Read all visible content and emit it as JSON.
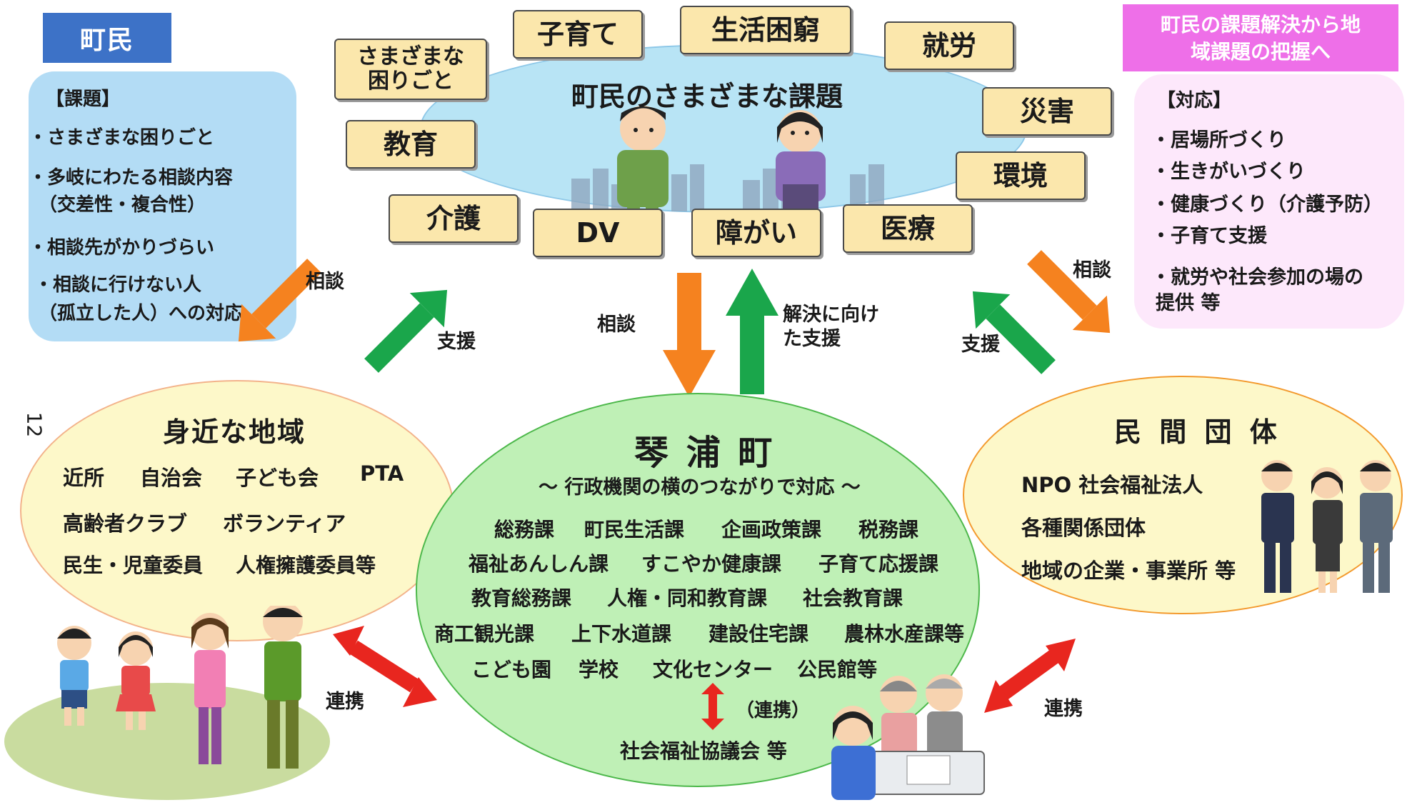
{
  "townspeople_label": "町民",
  "issues": {
    "header": "【課題】",
    "items": [
      "・さまざまな困りごと",
      "・多岐にわたる相談内容",
      "（交差性・複合性）",
      "・相談先がかりづらい",
      "・相談に行けない人",
      "（孤立した人）への対応"
    ]
  },
  "response_title": "町民の課題解決から地域課題の把握へ",
  "response": {
    "header": "【対応】",
    "items": [
      "・居場所づくり",
      "・生きがいづくり",
      "・健康づくり（介護予防）",
      "・子育て支援",
      "・就労や社会参加の場の",
      "提供 等"
    ]
  },
  "central_issue_title": "町民のさまざまな課題",
  "issue_tags": [
    "さまざまな困りごと",
    "子育て",
    "生活困窮",
    "就労",
    "災害",
    "教育",
    "環境",
    "介護",
    "DV",
    "障がい",
    "医療"
  ],
  "arrows": {
    "left_consult": "相談",
    "left_support": "支援",
    "center_consult": "相談",
    "center_support": "解決に向けた支援",
    "right_consult": "相談",
    "right_support": "支援",
    "left_link": "連携",
    "right_link": "連携"
  },
  "page_number": "12",
  "local": {
    "title": "身近な地域",
    "rows": [
      [
        "近所",
        "自治会",
        "子ども会",
        "PTA"
      ],
      [
        "高齢者クラブ",
        "ボランティア"
      ],
      [
        "民生・児童委員",
        "人権擁護委員等"
      ]
    ]
  },
  "town": {
    "title": "琴 浦 町",
    "subtitle": "～ 行政機関の横のつながりで対応 ～",
    "rows": [
      [
        "総務課",
        "町民生活課",
        "企画政策課",
        "税務課"
      ],
      [
        "福祉あんしん課",
        "すこやか健康課",
        "子育て応援課"
      ],
      [
        "教育総務課",
        "人権・同和教育課",
        "社会教育課"
      ],
      [
        "商工観光課",
        "上下水道課",
        "建設住宅課",
        "農林水産課等"
      ],
      [
        "こども園",
        "学校",
        "文化センター",
        "公民館等"
      ]
    ],
    "link_label": "（連携）",
    "council": "社会福祉協議会 等"
  },
  "private": {
    "title": "民 間 団 体",
    "items": [
      "NPO 社会福祉法人",
      "各種関係団体",
      "地域の企業・事業所 等"
    ]
  },
  "colors": {
    "consult_arrow": "#f5821f",
    "support_arrow": "#1aa64b",
    "link_arrow": "#e8261f",
    "label_blue": "#3d72c7",
    "label_pink": "#ee6fe8"
  }
}
